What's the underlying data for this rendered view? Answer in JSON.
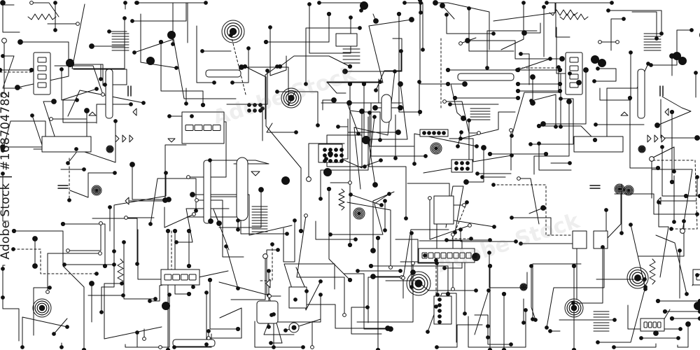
{
  "colors": {
    "line": "#111111",
    "background": "#ffffff"
  },
  "watermark": {
    "side_id": "Adobe Stock | #168704782",
    "tile_text": "Adobe Stock"
  },
  "pattern": {
    "type": "circuit-board",
    "tiles": 2
  }
}
